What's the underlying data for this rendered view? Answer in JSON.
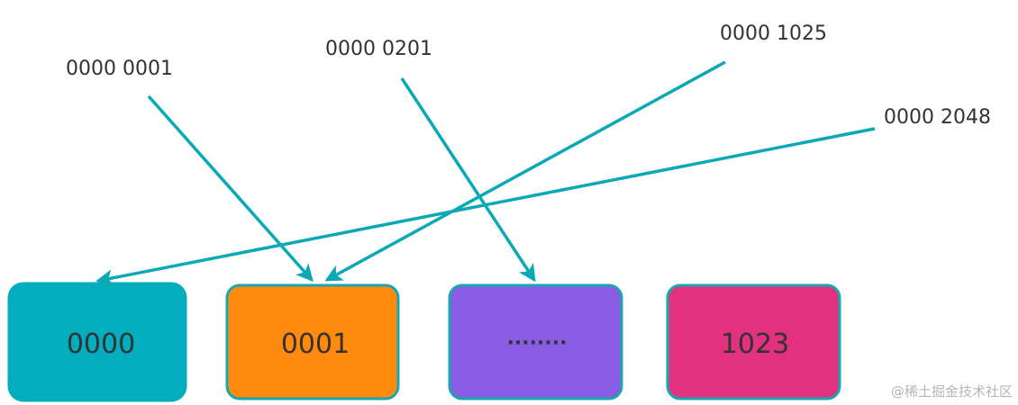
{
  "colors": {
    "arrow": "#0aa9b5",
    "text": "#333333",
    "box_stroke": "#1aa6b0",
    "watermark": "#b5b5b5"
  },
  "labels": [
    {
      "id": "l0001",
      "text": "0000 0001"
    },
    {
      "id": "l0201",
      "text": "0000 0201"
    },
    {
      "id": "l1025",
      "text": "0000 1025"
    },
    {
      "id": "l2048",
      "text": "0000 2048"
    }
  ],
  "boxes": [
    {
      "id": "b0000",
      "text": "0000",
      "color": "#02adbd"
    },
    {
      "id": "b0001",
      "text": "0001",
      "color": "#ff8a0d"
    },
    {
      "id": "bdots",
      "text": "········",
      "color": "#8a5ce6"
    },
    {
      "id": "b1023",
      "text": "1023",
      "color": "#e2317f"
    }
  ],
  "watermark": "@稀土掘金技术社区"
}
